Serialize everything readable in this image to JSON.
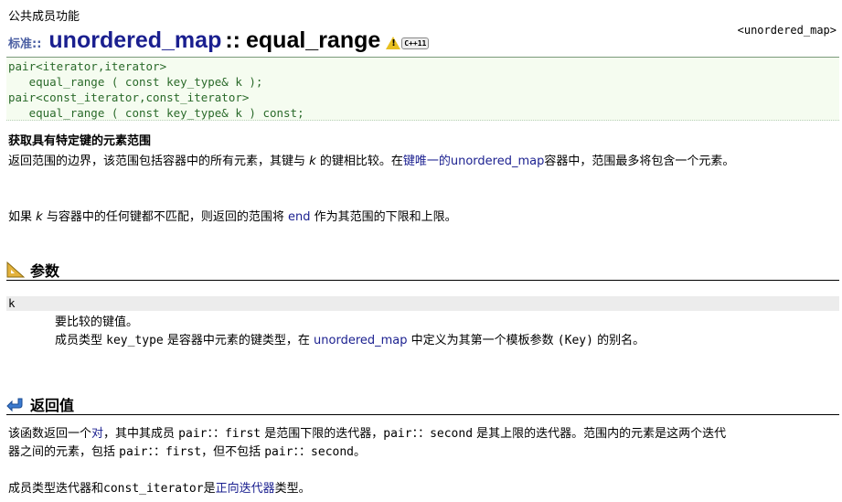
{
  "header": {
    "category": "公共成员功能",
    "ref": "<unordered_map>",
    "ns": "标准::",
    "class_name": "unordered_map",
    "scope_sep": "::",
    "func_name": "equal_range",
    "badge_icon": "warning-triangle-icon",
    "badge_tag": "C++11"
  },
  "code": {
    "line1": "pair<iterator,iterator>",
    "line2": "   equal_range ( const key_type& k );",
    "line3": "pair<const_iterator,const_iterator>",
    "line4": "   equal_range ( const key_type& k ) const;"
  },
  "summary": {
    "title": "获取具有特定键的元素范围",
    "p1_a": "返回范围的边界，该范围包括容器中的所有元素，其键与",
    "p1_k": "k",
    "p1_b": "的键相比较。在",
    "p1_link": "键唯一的unordered_map",
    "p1_c": "容器中，范围最多将包含一个元素。",
    "p2_a": "如果",
    "p2_k": "k",
    "p2_b": "与容器中的任何键都不匹配，则返回的范围将",
    "p2_end": "end",
    "p2_c": "作为其范围的下限和上限。"
  },
  "params": {
    "heading": "参数",
    "icon": "ruler-triangle-icon",
    "name": "k",
    "desc1": "要比较的键值。",
    "desc2_a": "成员类型 ",
    "desc2_code": "key_type",
    "desc2_b": " 是容器中元素的键类型，在 ",
    "desc2_link": "unordered_map",
    "desc2_c": " 中定义为其第一个模板参数  ",
    "desc2_key": "(Key)",
    "desc2_d": "  的别名。"
  },
  "returns": {
    "heading": "返回值",
    "icon": "return-arrow-icon",
    "p1_a": "该函数返回一个",
    "p1_link": "对",
    "p1_b": "，其中其成员 ",
    "p1_first": "pair：：first",
    "p1_c": " 是范围下限的迭代器，",
    "p1_second": "pair：：second",
    "p1_d": " 是其上限的迭代器。范围内的元素是这两个迭代",
    "p1_e": "器之间的元素，包括 ",
    "p1_first2": "pair：：first",
    "p1_f": "，但不包括 ",
    "p1_second2": "pair：：second",
    "p1_g": "。",
    "p2_a": "成员类型迭代器和",
    "p2_code": "const_iterator",
    "p2_b": "是",
    "p2_link": "正向迭代器",
    "p2_c": "类型。"
  },
  "colors": {
    "link": "#1a1f8f",
    "code": "#2a6a2a",
    "code_bg": "#f5fcf0",
    "ns": "#4b5fa3"
  }
}
